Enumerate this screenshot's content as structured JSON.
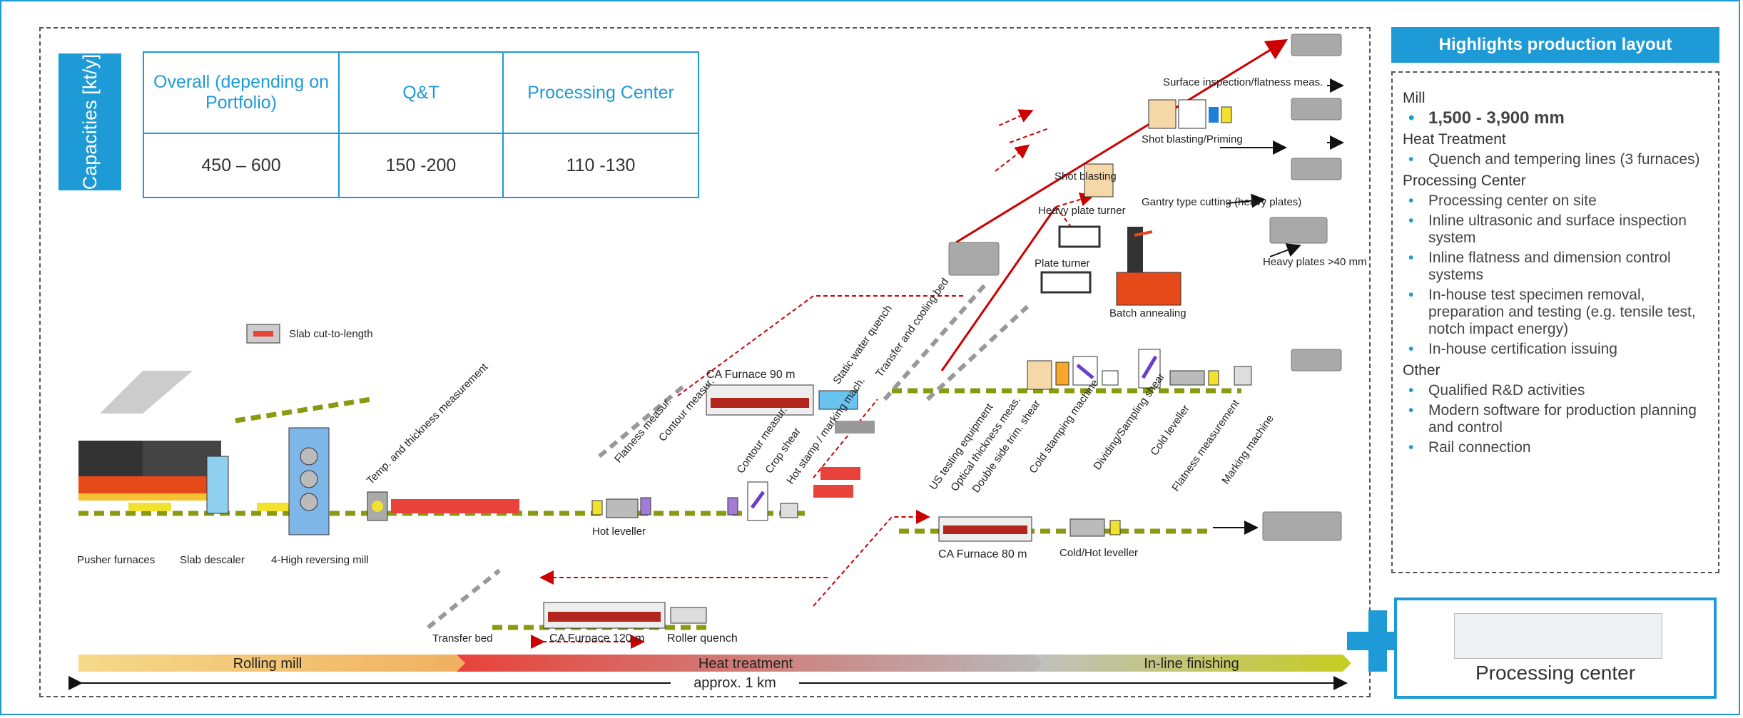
{
  "capacities": {
    "side_label": "Capacities [kt/y]",
    "headers": [
      "Overall (depending on Portfolio)",
      "Q&T",
      "Processing Center"
    ],
    "values": [
      "450 – 600",
      "150 -200",
      "110 -130"
    ]
  },
  "highlights": {
    "title": "Highlights production layout",
    "sections": [
      {
        "heading": "Mill",
        "items": [
          "1,500 - 3,900 mm"
        ]
      },
      {
        "heading": "Heat Treatment",
        "items": [
          "Quench and tempering lines (3 furnaces)"
        ]
      },
      {
        "heading": "Processing Center",
        "items": [
          "Processing center on site",
          "Inline ultrasonic and surface inspection system",
          "Inline flatness and dimension control systems",
          "In-house test specimen removal, preparation and testing (e.g. tensile test, notch impact energy)",
          "In-house certification issuing"
        ]
      },
      {
        "heading": "Other",
        "items": [
          "Qualified R&D activities",
          "Modern software for production planning and control",
          "Rail connection"
        ]
      }
    ]
  },
  "processing_center_box": {
    "label": "Processing center"
  },
  "diagram": {
    "labels": {
      "slab_cut": "Slab cut-to-length",
      "pusher": "Pusher furnaces",
      "descaler": "Slab descaler",
      "mill": "4-High reversing mill",
      "temp": "Temp. and thickness measurement",
      "hot_leveller": "Hot leveller",
      "flatness1": "Flatness measur.",
      "contour1": "Contour measur.",
      "contour2": "Contour measur.",
      "crop": "Crop shear",
      "hot_stamp": "Hot stamp / marking mach.",
      "ca90": "CA Furnace 90 m",
      "static_quench": "Static water quench",
      "transfer_cooling": "Transfer and cooling bed",
      "transfer_bed": "Transfer bed",
      "ca120": "CA Furnace 120 m",
      "roller_quench": "Roller quench",
      "ca80": "CA Furnace 80 m",
      "cold_hot": "Cold/Hot leveller",
      "surface_insp": "Surface inspection/flatness meas.",
      "shot_prime": "Shot blasting/Priming",
      "shot": "Shot blasting",
      "heavy_turner": "Heavy plate turner",
      "gantry": "Gantry type cutting (heavy plates)",
      "plate_turner": "Plate turner",
      "heavy_plates": "Heavy plates >40 mm",
      "batch": "Batch annealing",
      "us": "US testing equipment",
      "optical": "Optical thickness meas.",
      "double": "Double side trim. shear",
      "cold_stamp": "Cold stamping machine",
      "dividing": "Dividing/Sampling shear",
      "cold_lev": "Cold leveller",
      "flatness2": "Flatness measurement",
      "marking": "Marking machine"
    },
    "bands": [
      "Rolling mill",
      "Heat treatment",
      "In-line finishing"
    ],
    "distance": "approx. 1 km"
  }
}
